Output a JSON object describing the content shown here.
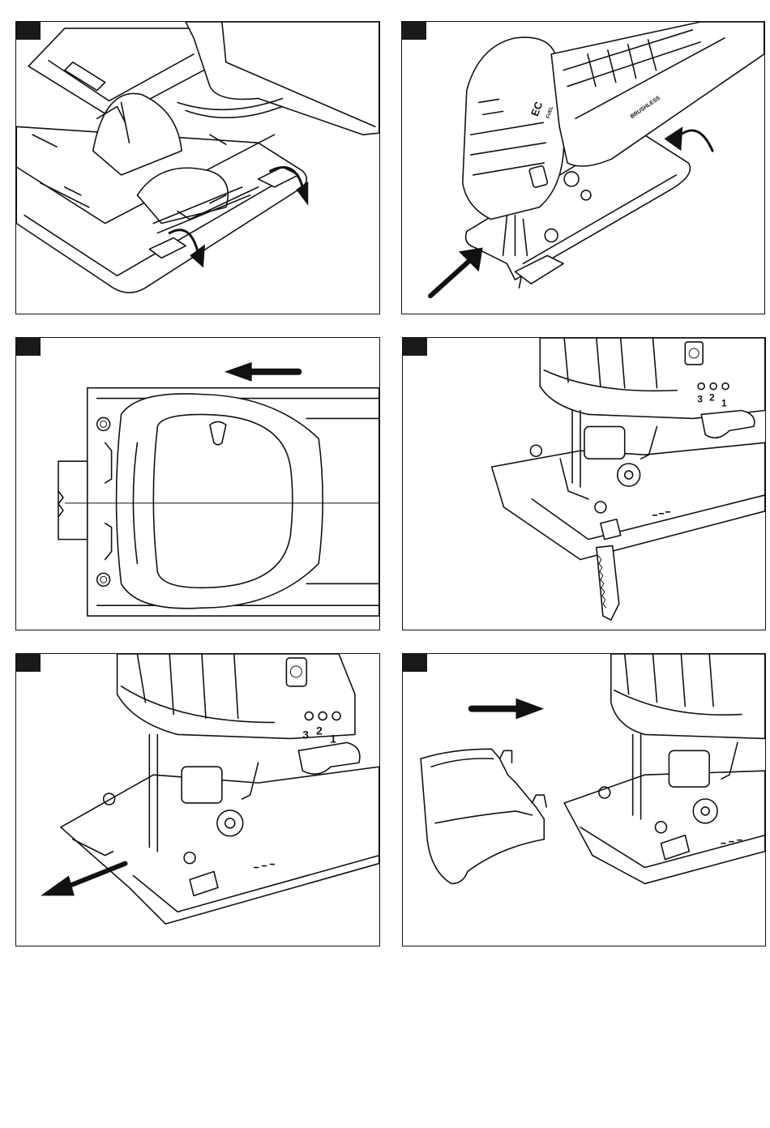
{
  "figures": [
    {
      "id": "fig-1",
      "marker": ""
    },
    {
      "id": "fig-2",
      "marker": "",
      "tool_badge": "EC",
      "tool_badge_sub": "FUEL",
      "side_text": "BRUSHLESS"
    },
    {
      "id": "fig-3",
      "marker": ""
    },
    {
      "id": "fig-4",
      "marker": "",
      "dial": [
        "3",
        "2",
        "1"
      ]
    },
    {
      "id": "fig-5",
      "marker": "",
      "dial": [
        "3",
        "2",
        "1"
      ]
    },
    {
      "id": "fig-6",
      "marker": ""
    }
  ],
  "colors": {
    "ink": "#111111",
    "paper": "#ffffff",
    "badge": "#1a1a1a"
  }
}
